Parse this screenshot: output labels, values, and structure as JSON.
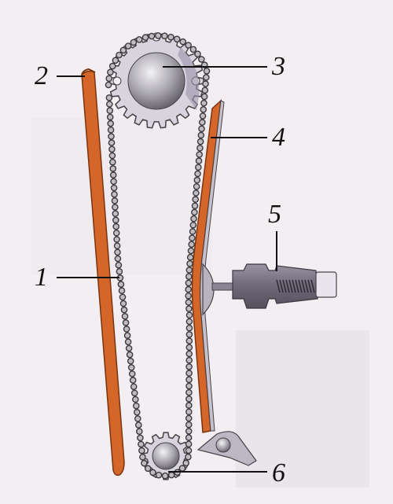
{
  "callouts": [
    {
      "id": "guide-left",
      "number": "1"
    },
    {
      "id": "guide-top-hook",
      "number": "2"
    },
    {
      "id": "camshaft-sprocket",
      "number": "3"
    },
    {
      "id": "tensioner-shoe",
      "number": "4"
    },
    {
      "id": "tensioner-plunger",
      "number": "5"
    },
    {
      "id": "crankshaft-sprocket",
      "number": "6"
    }
  ],
  "colors": {
    "background": "#f3eef1",
    "guide": "#d4662a",
    "guide_outline": "#7a3410",
    "chain": "#3c3a3d",
    "chain_link": "#bfbcc2",
    "sprocket": "#d8d4de",
    "sprocket_outline": "#444247",
    "tensioner_body": "#7b7484",
    "ink": "#111111"
  },
  "icons": {
    "camshaft": "gear-icon",
    "crankshaft": "gear-icon",
    "tensioner": "spring-plunger-icon"
  }
}
